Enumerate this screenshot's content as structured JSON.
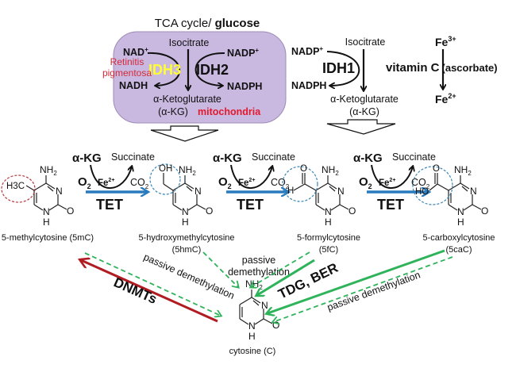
{
  "mito": {
    "heading_prefix": "TCA cycle/ ",
    "heading_bold": "glucose",
    "isocitrate": "Isocitrate",
    "nad": "NAD",
    "nad_sup": "+",
    "nadh": "NADH",
    "nadp": "NADP",
    "nadp_sup": "+",
    "nadph": "NADPH",
    "idh3": "IDH3",
    "idh2": "IDH2",
    "disease_line1": "Retinitis",
    "disease_line2": "pigmentosa",
    "akg_line1": "α-Ketoglutarate",
    "akg_line2": "(α-KG)",
    "location": "mitochondria"
  },
  "cyto": {
    "isocitrate": "Isocitrate",
    "nadp": "NADP",
    "nadp_sup": "+",
    "nadph": "NADPH",
    "idh1": "IDH1",
    "akg_line1": "α-Ketoglutarate",
    "akg_line2": "(α-KG)"
  },
  "vitc": {
    "fe3": "Fe",
    "fe3_sup": "3+",
    "fe2": "Fe",
    "fe2_sup": "2+",
    "label_bold": "vitamin C",
    "label_paren": "(ascorbate)"
  },
  "tet_steps": [
    {
      "akg": "α-KG",
      "succinate": "Succinate",
      "o2": "O",
      "o2_sub": "2",
      "fe": "Fe",
      "fe_sup": "2+",
      "co2": "CO",
      "co2_sub": "2",
      "enzyme": "TET"
    },
    {
      "akg": "α-KG",
      "succinate": "Succinate",
      "o2": "O",
      "o2_sub": "2",
      "fe": "Fe",
      "fe_sup": "2+",
      "co2": "CO",
      "co2_sub": "2",
      "enzyme": "TET"
    },
    {
      "akg": "α-KG",
      "succinate": "Succinate",
      "o2": "O",
      "o2_sub": "2",
      "fe": "Fe",
      "fe_sup": "2+",
      "co2": "CO",
      "co2_sub": "2",
      "enzyme": "TET"
    }
  ],
  "molecules": [
    {
      "name": "5-methylcytosine (5mC)",
      "group": "H3C",
      "circle_color": "#b5343a"
    },
    {
      "name": "5-hydroxymethylcytosine",
      "abbr": "(5hmC)",
      "group": "OH",
      "circle_color": "#3a86b8"
    },
    {
      "name": "5-formylcytosine",
      "abbr": "(5fC)",
      "group": "H",
      "circle_color": "#3a86b8"
    },
    {
      "name": "5-carboxylcytosine",
      "abbr": "(5caC)",
      "group": "HO",
      "circle_color": "#3a86b8"
    },
    {
      "name": "cytosine (C)"
    }
  ],
  "ring_atoms": {
    "nh2": "NH",
    "nh2_sub": "2",
    "n": "N",
    "nh": "N",
    "h": "H",
    "o": "O",
    "ring_o": "O"
  },
  "bottom": {
    "dnmts": "DNMTs",
    "tdg_ber": "TDG, BER",
    "passive_left": "passive demethylation",
    "passive_mid_1": "passive",
    "passive_mid_2": "demethylation",
    "passive_right": "passive demethylation"
  },
  "colors": {
    "mito_fill": "#c9b8e0",
    "idh3": "#ffff33",
    "disease": "#d42a3a",
    "mitochondria": "#e3192d",
    "tet_arrow": "#2a7bbd",
    "green": "#2eb35a",
    "dnmt": "#b01c22"
  }
}
